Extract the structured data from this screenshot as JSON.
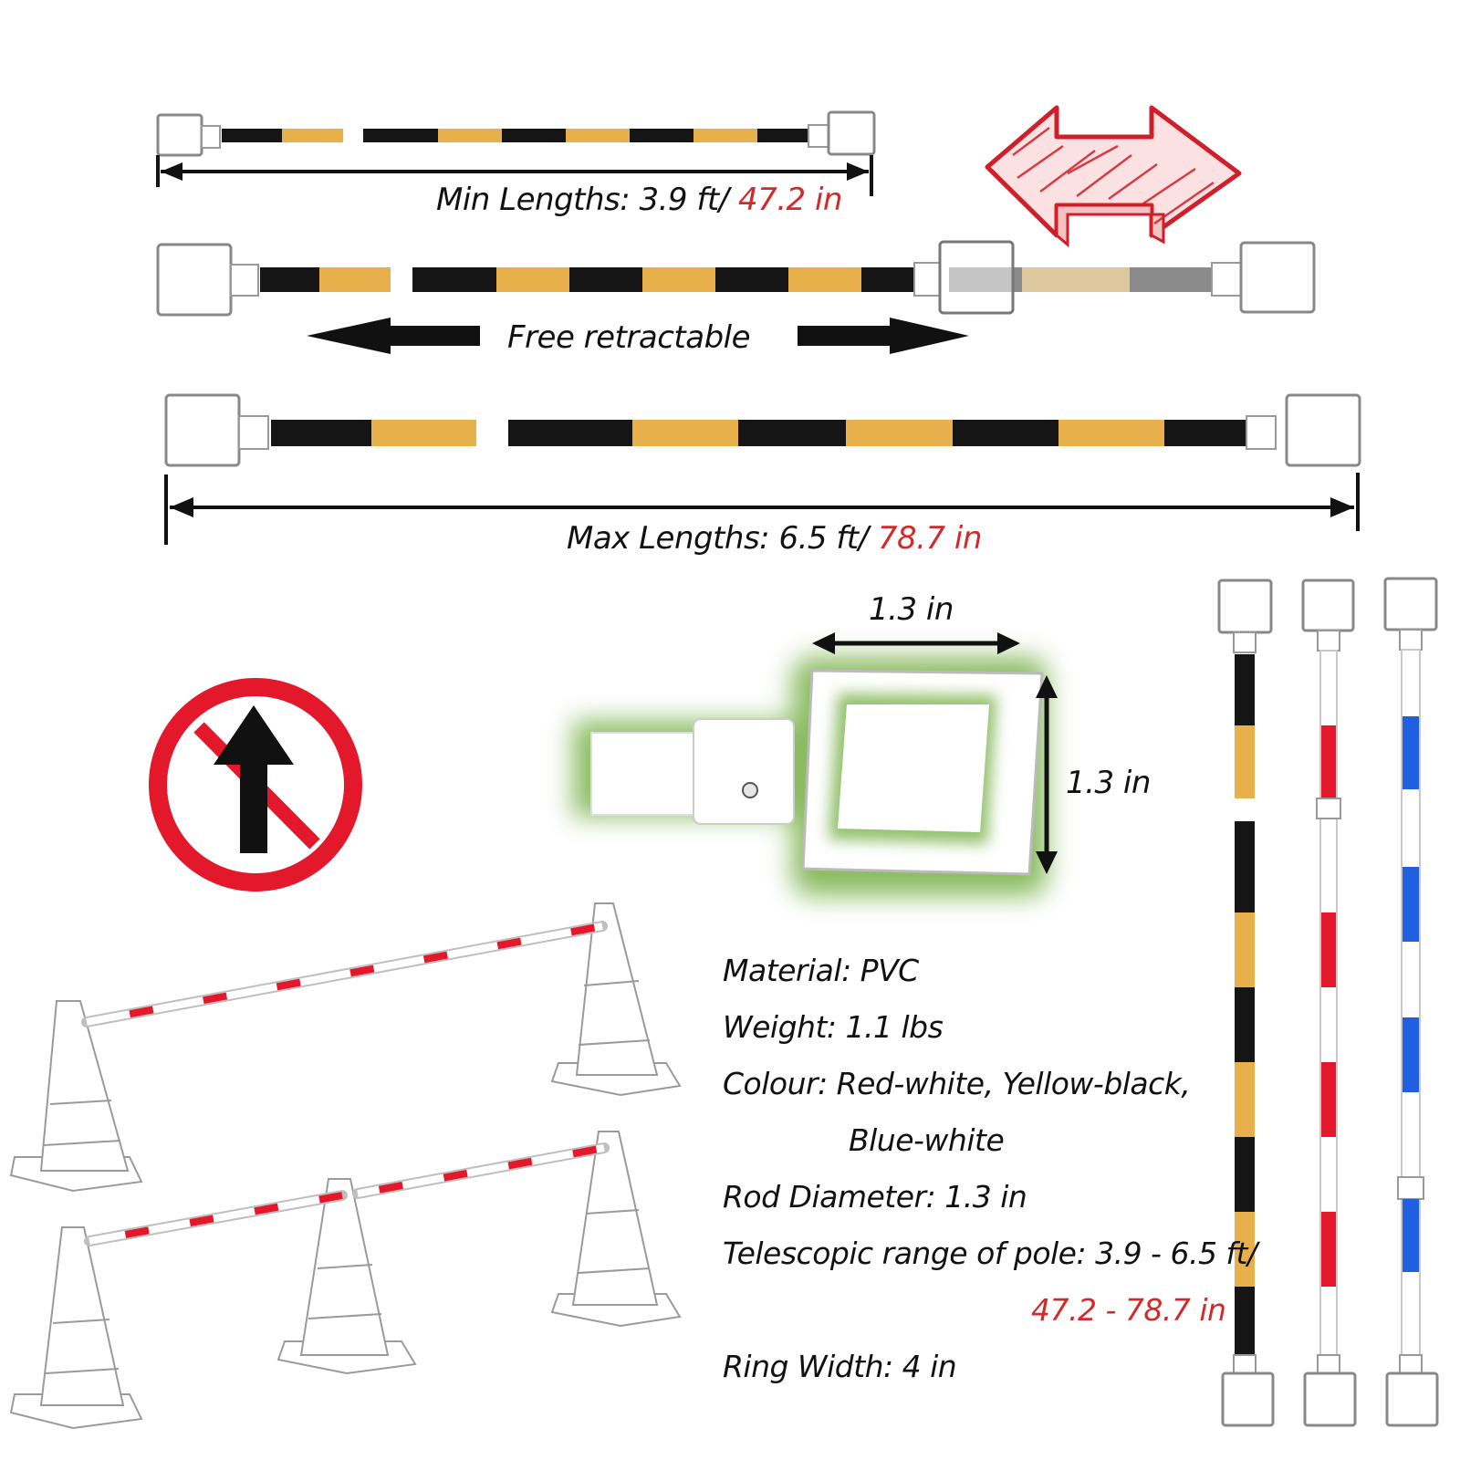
{
  "colors": {
    "yellow": "#e8b04a",
    "black": "#151515",
    "red": "#e3192b",
    "blue": "#1f5fe0",
    "accent_red": "#d22a2a",
    "glow_green": "#8bbd5b"
  },
  "icons": [
    "double-arrow-icon",
    "no-entry-sign-icon",
    "left-arrow-icon",
    "right-arrow-icon",
    "traffic-cone-icon"
  ],
  "min_length": {
    "label": "Min Lengths: 3.9 ft/ ",
    "value": "47.2 in"
  },
  "retract": {
    "label": "Free retractable"
  },
  "max_length": {
    "label": "Max Lengths: 6.5 ft/ ",
    "value": "78.7 in"
  },
  "ring": {
    "width_label": "1.3 in",
    "height_label": "1.3 in"
  },
  "specs": {
    "material": "Material: PVC",
    "weight": "Weight: 1.1 lbs",
    "colour_line1": "Colour: Red-white, Yellow-black,",
    "colour_line2": "Blue-white",
    "diameter": "Rod Diameter: 1.3 in",
    "range_line1": "Telescopic range of pole: 3.9 - 6.5 ft/",
    "range_line2": "47.2 - 78.7 in",
    "ring_width": "Ring Width: 4 in"
  }
}
